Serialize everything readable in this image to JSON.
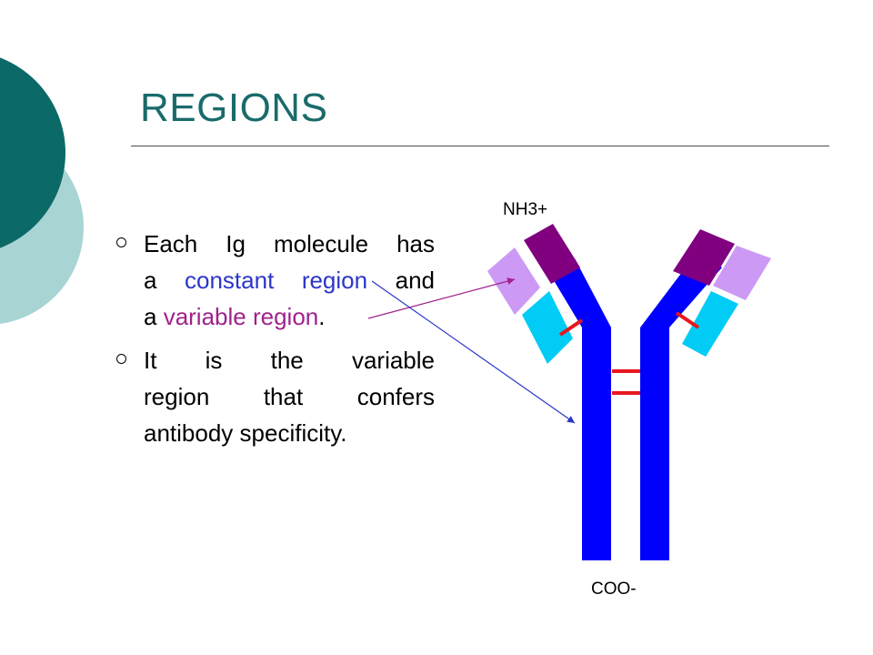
{
  "slide": {
    "title": "REGIONS",
    "bullets": [
      {
        "lines": [
          [
            {
              "text": "Each Ig molecule has",
              "tone": "plain"
            }
          ],
          [
            {
              "text": "a ",
              "tone": "plain"
            },
            {
              "text": "constant region",
              "tone": "constant"
            },
            {
              "text": " and",
              "tone": "plain"
            }
          ],
          [
            {
              "text": "a ",
              "tone": "plain"
            },
            {
              "text": "variable region",
              "tone": "variable"
            },
            {
              "text": ".",
              "tone": "plain"
            }
          ]
        ]
      },
      {
        "lines": [
          [
            {
              "text": "It is the variable",
              "tone": "plain"
            }
          ],
          [
            {
              "text": "region that confers",
              "tone": "plain"
            }
          ],
          [
            {
              "text": "antibody specificity.",
              "tone": "plain"
            }
          ]
        ]
      }
    ]
  },
  "diagram": {
    "n_terminus_label": "NH3+",
    "c_terminus_label": "COO-"
  },
  "colors": {
    "title": "#1a6b6b",
    "deco_dark": "#0b6967",
    "deco_light": "#a9d4d4",
    "heavy_chain": "#0000ff",
    "light_chain_constant": "#00ccf5",
    "light_chain_variable": "#cc99f5",
    "heavy_chain_variable": "#800080",
    "disulfide_bond": "#e8161e",
    "arrow_to_variable": "#a0228c",
    "arrow_to_constant": "#2b36c8",
    "text_constant": "#2b36c8",
    "text_variable": "#a0228c"
  }
}
